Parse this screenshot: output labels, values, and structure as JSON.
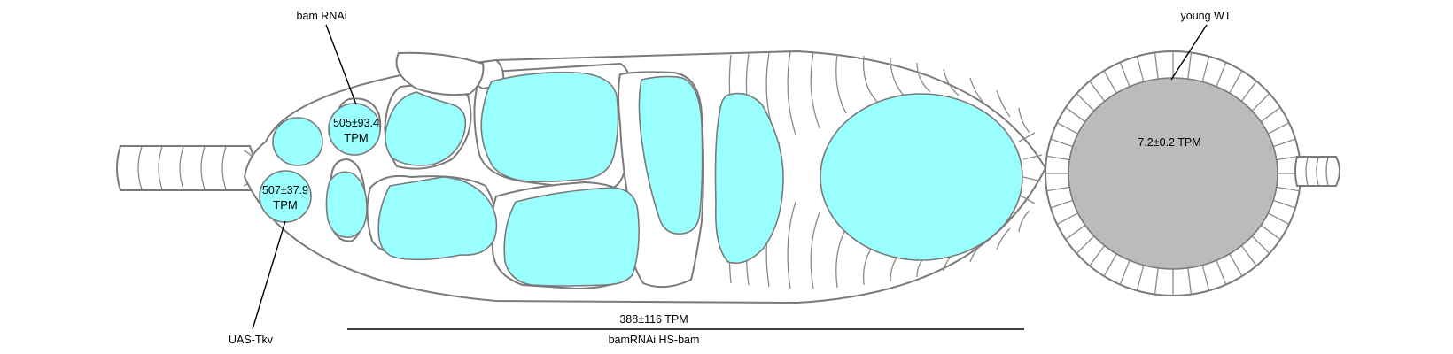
{
  "labels": {
    "bam_rnai": "bam RNAi",
    "young_wt": "young WT",
    "uas_tkv": "UAS-Tkv",
    "bamrnai_hs_bam": "bamRNAi HS-bam"
  },
  "values": {
    "bam_rnai_tpm_line1": "505±93.4",
    "bam_rnai_tpm_line2": "TPM",
    "uas_tkv_tpm_line1": "507±37.9",
    "uas_tkv_tpm_line2": "TPM",
    "hs_bam_tpm": "388±116 TPM",
    "young_wt_tpm": "7.2±0.2 TPM"
  },
  "colors": {
    "nucleus_fill": "#99ffff",
    "wt_nucleus_fill": "#bbbbbb",
    "outline": "#7a7a7a",
    "callout": "#000000"
  }
}
